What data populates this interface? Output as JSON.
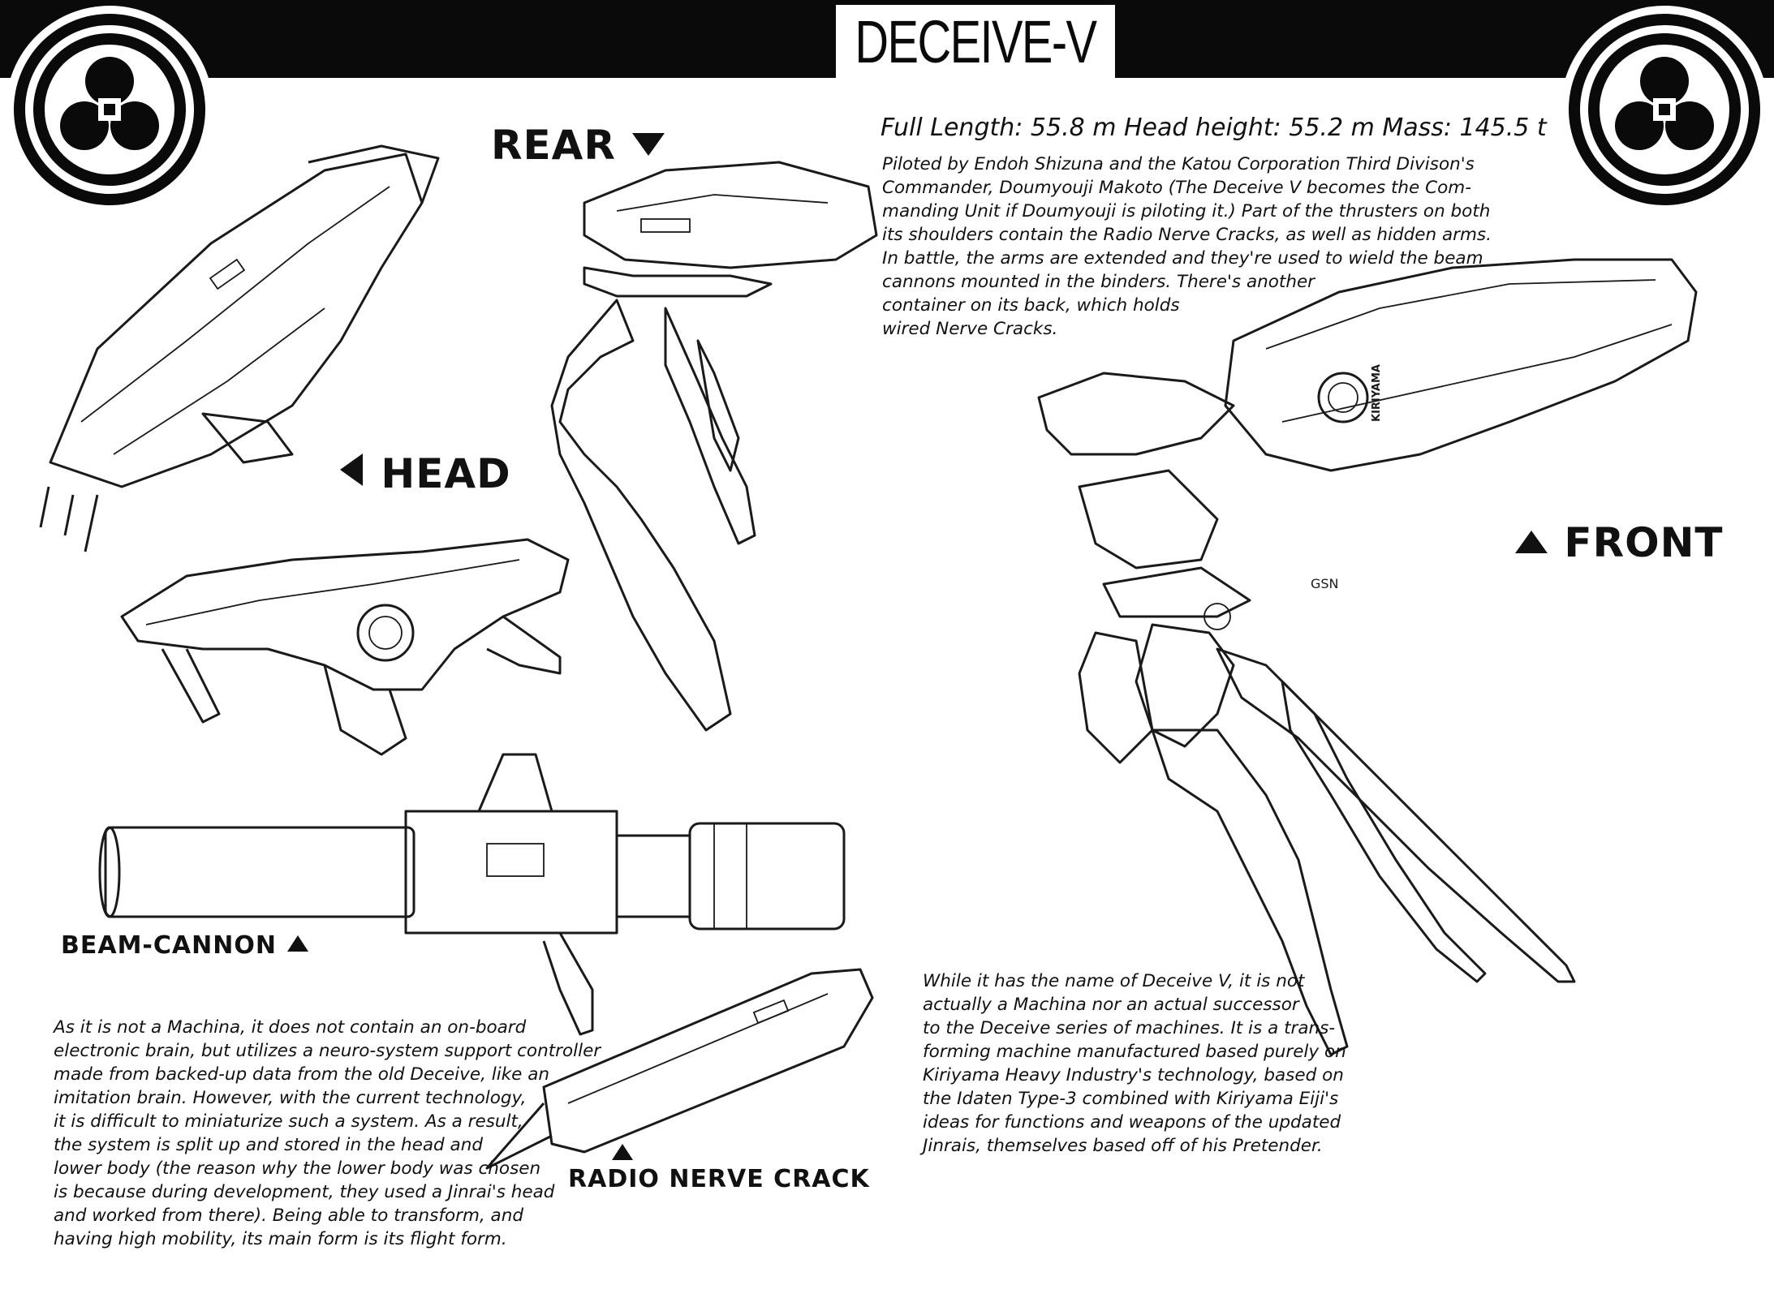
{
  "header": {
    "title": "DECEIVE-V"
  },
  "specs": "Full Length: 55.8 m Head height: 55.2 m Mass: 145.5 t",
  "descriptions": {
    "piloting": "Piloted by Endoh Shizuna and the Katou Corporation Third Divison's\nCommander, Doumyouji Makoto (The Deceive V becomes the Com-\nmanding Unit if Doumyouji is piloting it.) Part of the thrusters on both\nits shoulders contain the Radio Nerve Cracks, as well as hidden arms.\nIn battle, the arms are extended and they're used to wield the beam\ncannons mounted in the binders. There's another\ncontainer on its back, which holds\nwired Nerve Cracks.",
    "brain": "As it is not a Machina, it does not contain an on-board\nelectronic brain, but utilizes a neuro-system support controller\nmade from backed-up data from the old Deceive, like an\nimitation brain. However, with the current technology,\nit is difficult to miniaturize such a system. As a result,\nthe system is split up and stored in the head and\nlower body (the reason why the lower body was chosen\nis because during development, they used a Jinrai's head\nand worked from there). Being able to transform, and\nhaving high mobility, its main form is its flight form.",
    "origin": "While it has the name of Deceive V, it is not\nactually a Machina nor an actual successor\nto the Deceive series of machines. It is a trans-\nforming machine manufactured based purely on\nKiriyama Heavy Industry's technology, based on\nthe Idaten Type-3 combined with Kiriyama Eiji's\nideas for functions and weapons of the updated\nJinrais, themselves based off of his Pretender."
  },
  "labels": {
    "rear": "REAR",
    "head": "HEAD",
    "front": "FRONT",
    "beam_cannon": "BEAM-CANNON",
    "radio_nerve_crack": "RADIO NERVE CRACK"
  },
  "markings": {
    "gsn": "GSN",
    "kiriyama": "KIRIYAMA"
  },
  "icons": {
    "emblem": "three-circle-emblem-icon",
    "arrow_down": "triangle-down-icon",
    "arrow_left": "triangle-left-icon",
    "arrow_up": "triangle-up-icon"
  },
  "colors": {
    "ink": "#111111",
    "banner": "#0a0a0a",
    "paper": "#ffffff"
  }
}
